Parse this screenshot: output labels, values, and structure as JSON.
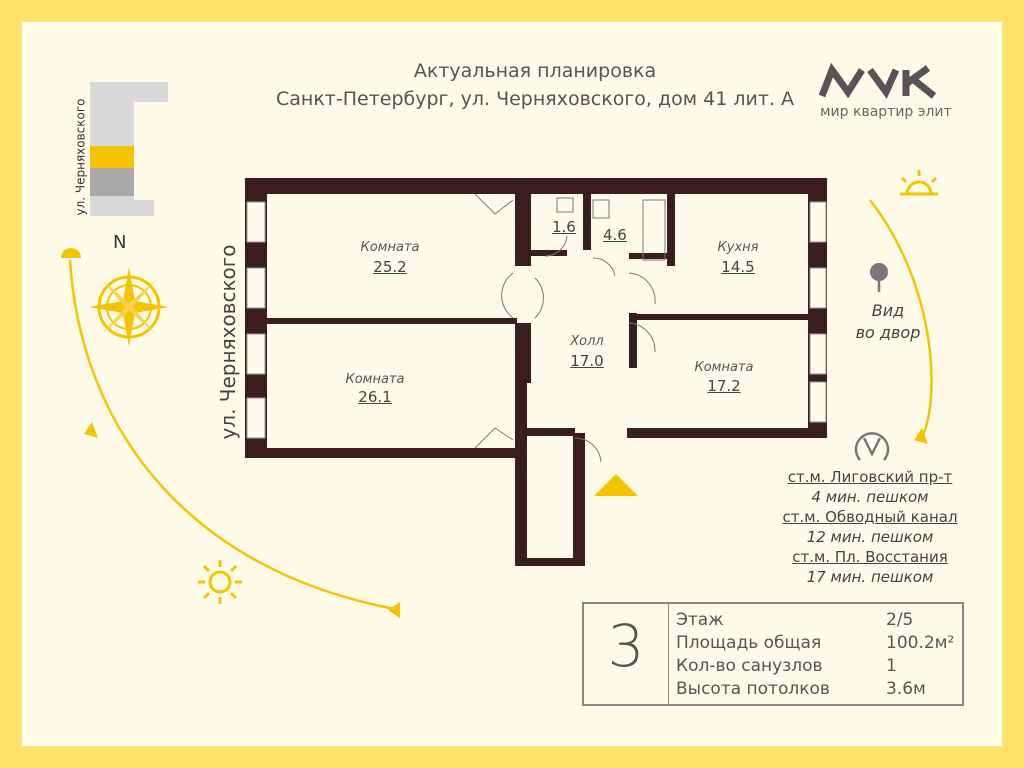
{
  "header": {
    "title_line1": "Актуальная планировка",
    "title_line2": "Санкт-Петербург, ул. Черняховского, дом 41 лит. А"
  },
  "logo": {
    "text": "мир квартир элит"
  },
  "location": {
    "street_small": "ул. Черняховского",
    "street_big": "ул. Черняховского",
    "north": "N"
  },
  "rooms": [
    {
      "name": "Комната",
      "area": "25.2"
    },
    {
      "name": "Комната",
      "area": "26.1"
    },
    {
      "name": "",
      "area": "1.6"
    },
    {
      "name": "",
      "area": "4.6"
    },
    {
      "name": "Кухня",
      "area": "14.5"
    },
    {
      "name": "Холл",
      "area": "17.0"
    },
    {
      "name": "Комната",
      "area": "17.2"
    }
  ],
  "view": {
    "line1": "Вид",
    "line2": "во двор"
  },
  "metro": [
    {
      "station": "ст.м. Лиговский пр-т",
      "walk": "4 мин. пешком"
    },
    {
      "station": "ст.м. Обводный канал",
      "walk": "12 мин. пешком"
    },
    {
      "station": "ст.м. Пл. Восстания",
      "walk": "17 мин. пешком"
    }
  ],
  "info": {
    "rooms_count": "3",
    "rows": [
      {
        "label": "Этаж",
        "value": "2/5"
      },
      {
        "label": "Площадь общая",
        "value": "100.2м²"
      },
      {
        "label": "Кол-во санузлов",
        "value": "1"
      },
      {
        "label": "Высота потолков",
        "value": "3.6м"
      }
    ]
  },
  "colors": {
    "background": "#fde26a",
    "panel": "#fffbe8",
    "wall": "#3a1d1d",
    "accent": "#f5c400"
  }
}
